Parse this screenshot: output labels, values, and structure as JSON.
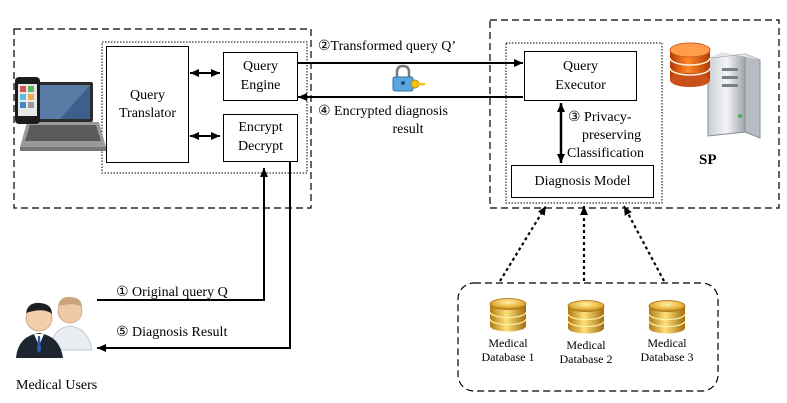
{
  "nodes": {
    "query_translator": [
      "Query",
      "Translator"
    ],
    "query_engine": [
      "Query",
      "Engine"
    ],
    "encrypt_decrypt": [
      "Encrypt",
      "Decrypt"
    ],
    "query_executor": [
      "Query",
      "Executor"
    ],
    "diagnosis_model": "Diagnosis Model",
    "sp_label": "SP",
    "medical_users_label": "Medical Users"
  },
  "databases": [
    [
      "Medical",
      "Database 1"
    ],
    [
      "Medical",
      "Database 2"
    ],
    [
      "Medical",
      "Database 3"
    ]
  ],
  "edges": {
    "e1": "① Original query Q",
    "e2": "②Transformed query Q’",
    "e3": [
      "③ Privacy-",
      "preserving",
      "Classification"
    ],
    "e4": [
      "④ Encrypted diagnosis",
      "result"
    ],
    "e5": "⑤ Diagnosis Result"
  },
  "icons": [
    "device-icon",
    "server-icon",
    "lock-key-icon",
    "database-icon",
    "users-icon"
  ]
}
